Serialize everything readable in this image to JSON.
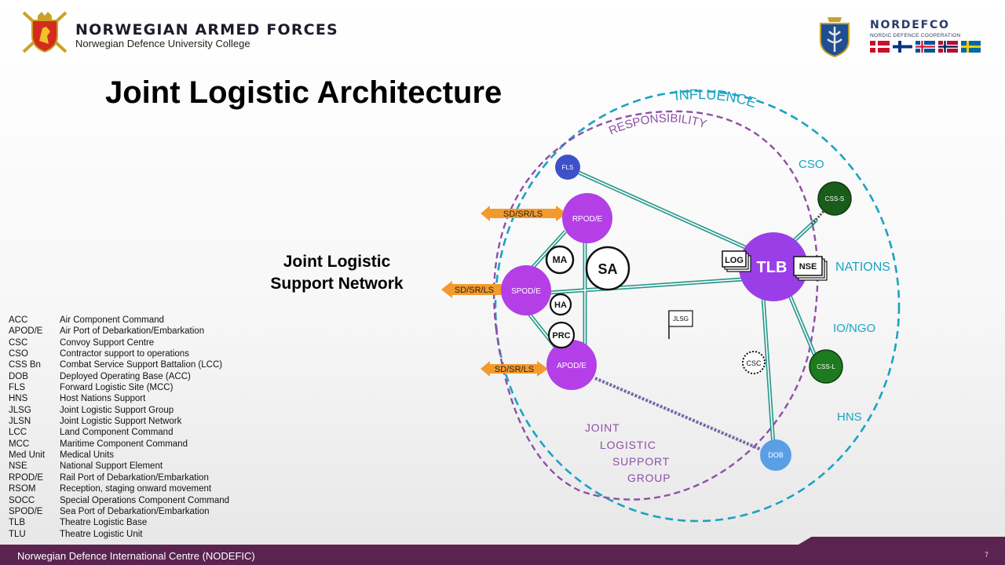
{
  "header": {
    "org_title": "NORWEGIAN ARMED FORCES",
    "org_subtitle": "Norwegian Defence University College",
    "partner_name": "NORDEFCO",
    "partner_subtitle": "NORDIC DEFENCE COOPERATION",
    "flag_colors": [
      "#c8102e",
      "#ffffff",
      "#003f87",
      "#d0332f",
      "#005b99"
    ]
  },
  "slide": {
    "title": "Joint Logistic Architecture",
    "network_label_line1": "Joint Logistic",
    "network_label_line2": "Support Network"
  },
  "diagram": {
    "ring_labels": {
      "influence": "INFLUENCE",
      "responsibility": "RESPONSIBILITY"
    },
    "outer_labels": {
      "cso": "CSO",
      "nations": "NATIONS",
      "io_ngo": "IO/NGO",
      "hns": "HNS"
    },
    "group_label": [
      "JOINT",
      "LOGISTIC",
      "SUPPORT",
      "GROUP"
    ],
    "nodes": {
      "fls": "FLS",
      "rpod": "RPOD/E",
      "spod": "SPOD/E",
      "apod": "APOD/E",
      "tlb": "TLB",
      "css_s": "CSS-S",
      "css_l": "CSS-L",
      "dob": "DOB",
      "ma": "MA",
      "sa": "SA",
      "ha": "HA",
      "prc": "PRC",
      "csc": "CSC",
      "log": "LOG",
      "nse": "NSE",
      "jlsg": "JLSG"
    },
    "arrows": {
      "rpod": "SD/SR/LS",
      "spod": "SD/SR/LS",
      "apod": "SD/SR/LS"
    },
    "colors": {
      "influence": "#19a3c2",
      "responsibility": "#8e4fa8",
      "pod": "#b43fe6",
      "tlb": "#9a3fe8",
      "fls": "#3d52c8",
      "dob": "#5a9fe6",
      "css": "#1a5c1a",
      "link": "#2a9a8e",
      "arrow": "#f49a2c"
    }
  },
  "legend": [
    {
      "abbr": "ACC",
      "text": "Air Component Command"
    },
    {
      "abbr": "APOD/E",
      "text": "Air Port of Debarkation/Embarkation"
    },
    {
      "abbr": "CSC",
      "text": "Convoy Support Centre"
    },
    {
      "abbr": "CSO",
      "text": "Contractor support to operations"
    },
    {
      "abbr": "CSS Bn",
      "text": "Combat Service Support Battalion (LCC)"
    },
    {
      "abbr": "DOB",
      "text": "Deployed Operating Base (ACC)"
    },
    {
      "abbr": "FLS",
      "text": "Forward Logistic Site (MCC)"
    },
    {
      "abbr": "HNS",
      "text": "Host Nations Support"
    },
    {
      "abbr": "JLSG",
      "text": "Joint Logistic Support Group"
    },
    {
      "abbr": "JLSN",
      "text": "Joint Logistic Support Network"
    },
    {
      "abbr": "LCC",
      "text": "Land Component Command"
    },
    {
      "abbr": "MCC",
      "text": "Maritime Component Command"
    },
    {
      "abbr": "Med Unit",
      "text": "Medical Units"
    },
    {
      "abbr": "NSE",
      "text": "National Support Element"
    },
    {
      "abbr": "RPOD/E",
      "text": "Rail Port of Debarkation/Embarkation"
    },
    {
      "abbr": "RSOM",
      "text": "Reception, staging onward movement"
    },
    {
      "abbr": "SOCC",
      "text": "Special Operations Component Command"
    },
    {
      "abbr": "SPOD/E",
      "text": "Sea Port of Debarkation/Embarkation"
    },
    {
      "abbr": "TLB",
      "text": "Theatre Logistic Base"
    },
    {
      "abbr": "TLU",
      "text": "Theatre Logistic Unit"
    }
  ],
  "footer": {
    "text": "Norwegian Defence International Centre (NODEFIC)",
    "page_number": "7"
  }
}
